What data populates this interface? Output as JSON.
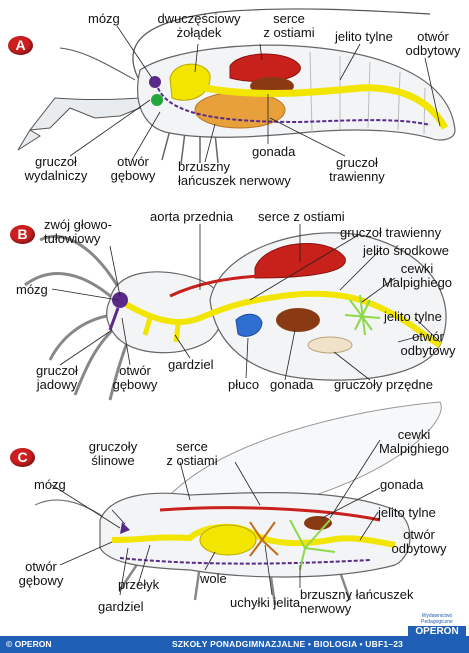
{
  "panels": {
    "a": {
      "letter": "A",
      "labels": {
        "mozg": "mózg",
        "zoladek_1": "dwuczęściowy",
        "zoladek_2": "żołądek",
        "serce_1": "serce",
        "serce_2": "z ostiami",
        "jelito_tylne": "jelito tylne",
        "otwor_odbytowy_1": "otwór",
        "otwor_odbytowy_2": "odbytowy",
        "gruczol_wydalniczy_1": "gruczoł",
        "gruczol_wydalniczy_2": "wydalniczy",
        "otwor_gebowy_1": "otwór",
        "otwor_gebowy_2": "gębowy",
        "lancuszek_1": "brzuszny",
        "lancuszek_2": "łańcuszek nerwowy",
        "gonada": "gonada",
        "gruczol_trawienny_1": "gruczoł",
        "gruczol_trawienny_2": "trawienny"
      }
    },
    "b": {
      "letter": "B",
      "labels": {
        "zwoj_1": "zwój głowo-",
        "zwoj_2": "tułowiowy",
        "aorta": "aorta przednia",
        "serce": "serce z ostiami",
        "gruczol_trawienny": "gruczoł trawienny",
        "jelito_srodkowe": "jelito środkowe",
        "cewki_1": "cewki",
        "cewki_2": "Malpighiego",
        "mozg": "mózg",
        "jelito_tylne": "jelito tylne",
        "otwor_odbytowy_1": "otwór",
        "otwor_odbytowy_2": "odbytowy",
        "gruczol_jadowy_1": "gruczoł",
        "gruczol_jadowy_2": "jadowy",
        "otwor_gebowy_1": "otwór",
        "otwor_gebowy_2": "gębowy",
        "gardziel": "gardziel",
        "pluco": "płuco",
        "gonada": "gonada",
        "gruczoly_przedne": "gruczoły przędne"
      }
    },
    "c": {
      "letter": "C",
      "labels": {
        "gruczoly_slinowe_1": "gruczoły",
        "gruczoly_slinowe_2": "ślinowe",
        "serce_1": "serce",
        "serce_2": "z ostiami",
        "cewki_1": "cewki",
        "cewki_2": "Malpighiego",
        "mozg": "mózg",
        "gonada": "gonada",
        "jelito_tylne": "jelito tylne",
        "otwor_odbytowy_1": "otwór",
        "otwor_odbytowy_2": "odbytowy",
        "otwor_gebowy_1": "otwór",
        "otwor_gebowy_2": "gębowy",
        "przelyk": "przełyk",
        "wole": "wole",
        "gardziel": "gardziel",
        "uchylki": "uchyłki jelita",
        "lancuszek_1": "brzuszny łańcuszek",
        "lancuszek_2": "nerwowy"
      }
    }
  },
  "footer": {
    "left": "© OPERON",
    "middle": "SZKOŁY PONADGIMNAZJALNE • BIOLOGIA • UBF1–23",
    "publisher_small_1": "Wydawnictwo",
    "publisher_small_2": "Pedagogiczne",
    "publisher_big": "OPERON"
  },
  "colors": {
    "gut": "#f2e500",
    "heart": "#c8201b",
    "nerve": "#5a2a8a",
    "gonad": "#8a3a12",
    "digestive_gland": "#e8a13a",
    "lung": "#2f6fd1",
    "malpighian": "#8ed84a",
    "letter_badge": "#cc1f1f",
    "footer": "#1f5fb5"
  }
}
